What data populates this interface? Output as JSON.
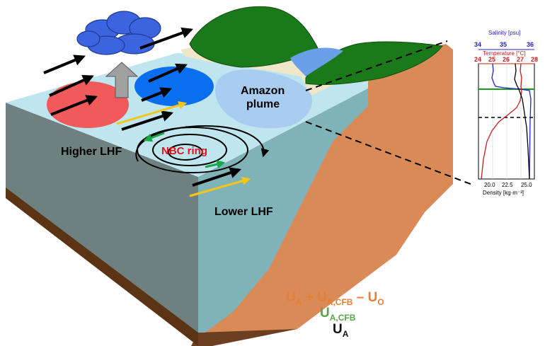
{
  "labels": {
    "amazon_plume_line1": "Amazon",
    "amazon_plume_line2": "plume",
    "higher_lhf": "Higher LHF",
    "lower_lhf": "Lower LHF",
    "nbc_ring": "NBC ring"
  },
  "legend": {
    "orange": {
      "a": "U",
      "a_sub": "A",
      "plus": " + ",
      "b": "U",
      "b_sub": "A,CFB",
      "minus": " – ",
      "c": "U",
      "c_sub": "O"
    },
    "green": {
      "a": "U",
      "a_sub": "A,CFB"
    },
    "black": {
      "a": "U",
      "a_sub": "A"
    }
  },
  "profile": {
    "salinity_label": "Salinity [psu]",
    "salinity_ticks": [
      "34",
      "35",
      "36"
    ],
    "temperature_label": "Temperature [°C]",
    "temperature_ticks": [
      "24",
      "25",
      "26",
      "27",
      "28"
    ],
    "density_label": "Density [kg·m⁻³]",
    "density_ticks": [
      "20.0",
      "22.5",
      "25.0"
    ]
  },
  "colors": {
    "ocean_top": "#bfe6ee",
    "ocean_front": "#7fb3b7",
    "ocean_left": "#6e807f",
    "land": "#d98a57",
    "forest": "#1a7a1a",
    "high_lhf": "#f05a5a",
    "low_lhf": "#0a6ef0",
    "plume": "#a8cdf0",
    "cloud": "#3c64e0",
    "salinity": "#2323c8",
    "temperature": "#c81e1e",
    "legend_orange": "#e57e36",
    "legend_green": "#56a845",
    "legend_black": "#111111",
    "arrow_yellow": "#f5c518",
    "arrow_green": "#17a64a"
  }
}
